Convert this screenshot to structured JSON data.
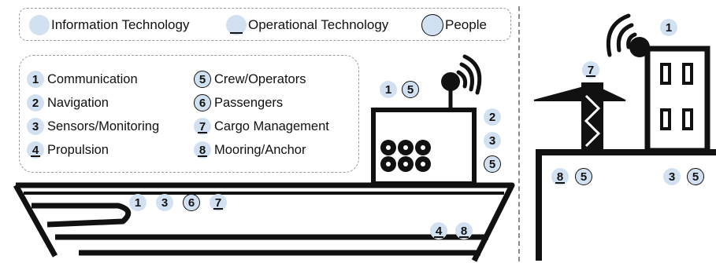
{
  "legend": {
    "information_technology": "Information Technology",
    "operational_technology": "Operational Technology",
    "people": "People"
  },
  "key": [
    {
      "num": "1",
      "label": "Communication",
      "type": "it"
    },
    {
      "num": "2",
      "label": "Navigation",
      "type": "it"
    },
    {
      "num": "3",
      "label": "Sensors/Monitoring",
      "type": "it"
    },
    {
      "num": "4",
      "label": "Propulsion",
      "type": "ot"
    },
    {
      "num": "5",
      "label": "Crew/Operators",
      "type": "people"
    },
    {
      "num": "6",
      "label": "Passengers",
      "type": "people"
    },
    {
      "num": "7",
      "label": "Cargo Management",
      "type": "ot"
    },
    {
      "num": "8",
      "label": "Mooring/Anchor",
      "type": "ot"
    }
  ],
  "ship_badges": {
    "bridge_top": [
      "1",
      "5"
    ],
    "bridge_side": [
      "2",
      "3",
      "5"
    ],
    "hull_deck": [
      "1",
      "3",
      "6",
      "7"
    ],
    "hull_stern": [
      "4",
      "8"
    ]
  },
  "port_badges": {
    "building_top": [
      "1"
    ],
    "crane_top": [
      "7"
    ],
    "quay_left": [
      "8",
      "5"
    ],
    "quay_right": [
      "3",
      "5"
    ]
  }
}
